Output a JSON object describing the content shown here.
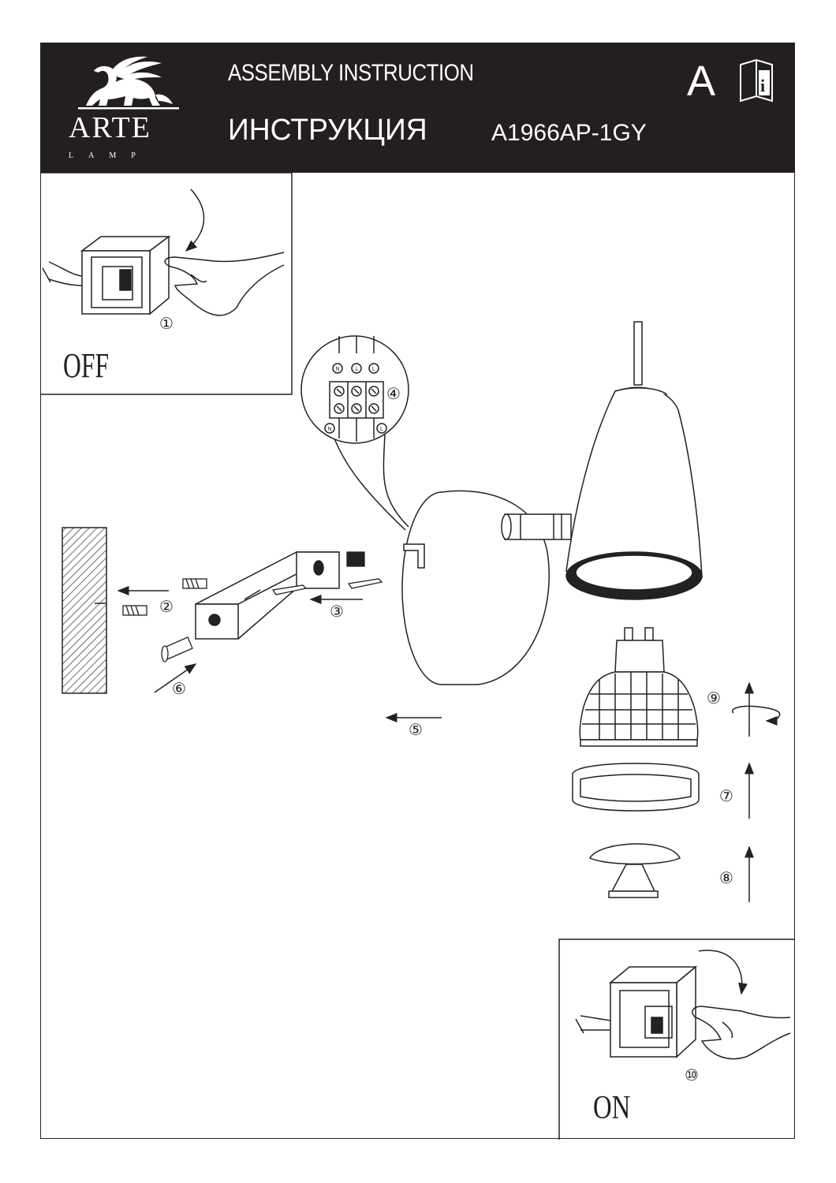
{
  "header": {
    "brand_name": "ARTE",
    "brand_sub": "LAMP",
    "title_en": "ASSEMBLY INSTRUCTION",
    "title_ru": "ИНСТРУКЦИЯ",
    "model": "A1966AP-1GY",
    "grade": "A",
    "info_glyph": "i"
  },
  "panels": {
    "off_label": "OFF",
    "on_label": "ON"
  },
  "terminals": {
    "top": [
      "N",
      "⏚",
      "L"
    ],
    "bottom_left": "N",
    "bottom_right": "L"
  },
  "steps": [
    "①",
    "②",
    "③",
    "④",
    "⑤",
    "⑥",
    "⑦",
    "⑧",
    "⑨",
    "⑩"
  ],
  "icons": [
    "griffin-logo-icon",
    "info-manual-icon",
    "switch-icon",
    "hand-icon",
    "arrow-icon",
    "screw-icon",
    "dowel-icon",
    "ground-icon"
  ],
  "colors": {
    "header_bg": "#231f20",
    "header_text": "#ffffff",
    "line": "#222222"
  }
}
